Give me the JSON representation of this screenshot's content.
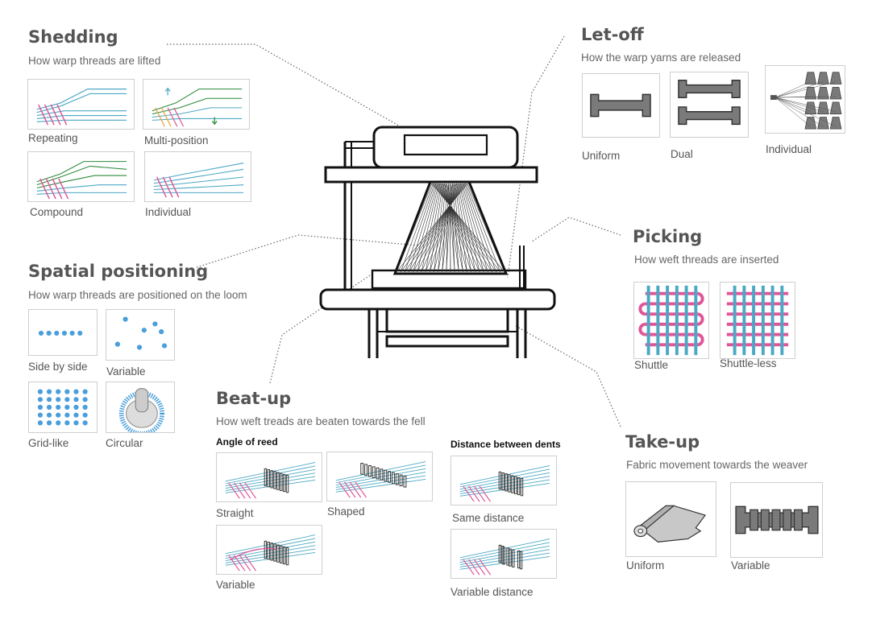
{
  "shedding": {
    "title": "Shedding",
    "subtitle": "How warp threads are lifted",
    "options": [
      "Repeating",
      "Multi-position",
      "Compound",
      "Individual"
    ]
  },
  "spatial": {
    "title": "Spatial positioning",
    "subtitle": "How warp threads are positioned on the loom",
    "options": [
      "Side by side",
      "Variable",
      "Grid-like",
      "Circular"
    ]
  },
  "letoff": {
    "title": "Let-off",
    "subtitle": "How the warp yarns are released",
    "options": [
      "Uniform",
      "Dual",
      "Individual"
    ]
  },
  "picking": {
    "title": "Picking",
    "subtitle": "How weft threads are inserted",
    "options": [
      "Shuttle",
      "Shuttle-less"
    ]
  },
  "beatup": {
    "title": "Beat-up",
    "subtitle": "How weft treads are beaten towards the fell",
    "angle_heading": "Angle of reed",
    "distance_heading": "Distance between dents",
    "angle_options": [
      "Straight",
      "Shaped",
      "Variable"
    ],
    "distance_options": [
      "Same distance",
      "Variable distance"
    ]
  },
  "takeup": {
    "title": "Take-up",
    "subtitle": "Fabric movement  towards the weaver",
    "options": [
      "Uniform",
      "Variable"
    ]
  },
  "colors": {
    "warp": "#4ba8c4",
    "weft": "#e0559a",
    "lift": "#2e8b3a",
    "dot": "#4a9fdb",
    "block": "#7a7a7a"
  }
}
